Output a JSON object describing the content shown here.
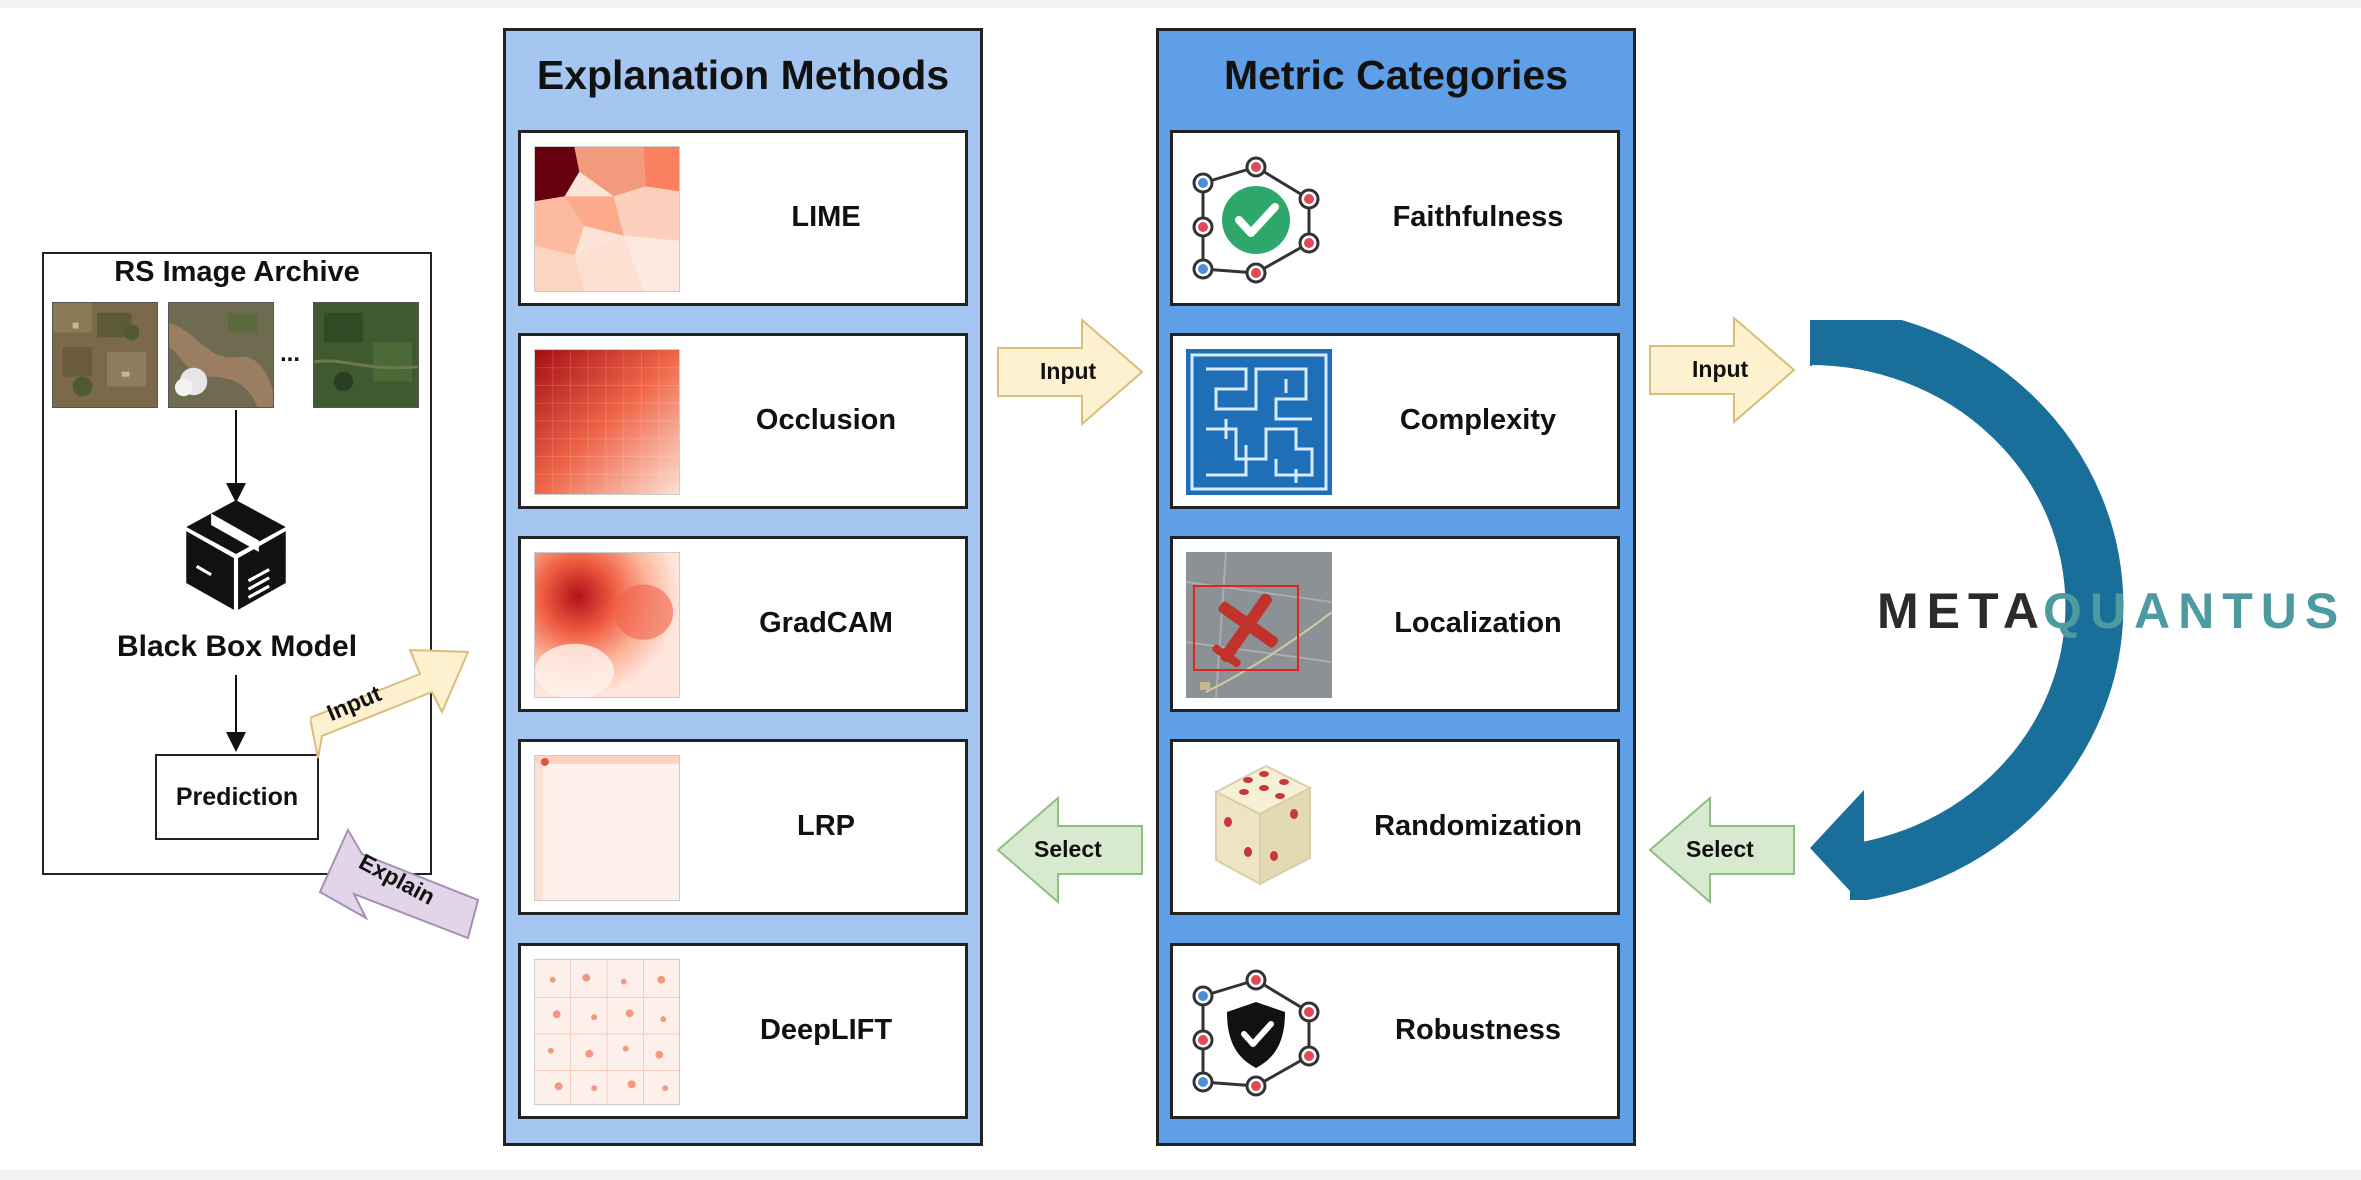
{
  "archive": {
    "title": "RS Image Archive",
    "ellipsis": "...",
    "model_label": "Black Box Model",
    "prediction_label": "Prediction"
  },
  "methods": {
    "title": "Explanation Methods",
    "items": [
      {
        "label": "LIME"
      },
      {
        "label": "Occlusion"
      },
      {
        "label": "GradCAM"
      },
      {
        "label": "LRP"
      },
      {
        "label": "DeepLIFT"
      }
    ]
  },
  "metrics": {
    "title": "Metric Categories",
    "items": [
      {
        "label": "Faithfulness",
        "icon": "network-check-icon"
      },
      {
        "label": "Complexity",
        "icon": "maze-icon"
      },
      {
        "label": "Localization",
        "icon": "airplane-bbox-icon"
      },
      {
        "label": "Randomization",
        "icon": "dice-icon"
      },
      {
        "label": "Robustness",
        "icon": "network-shield-icon"
      }
    ]
  },
  "arrows": {
    "input_label": "Input",
    "explain_label": "Explain",
    "select_label": "Select"
  },
  "brand": {
    "part1": "META",
    "part2": "QUANTUS",
    "colors": {
      "part1": "#2b2b2b",
      "part2": "#4d9ba1",
      "arc": "#1a6f9a"
    }
  },
  "colors": {
    "methods_panel": "#a4c6f1",
    "metrics_panel": "#5f9fe8",
    "input_arrow": "#fdf1cf",
    "select_arrow": "#d7ead0",
    "explain_arrow": "#e2d5ea"
  }
}
